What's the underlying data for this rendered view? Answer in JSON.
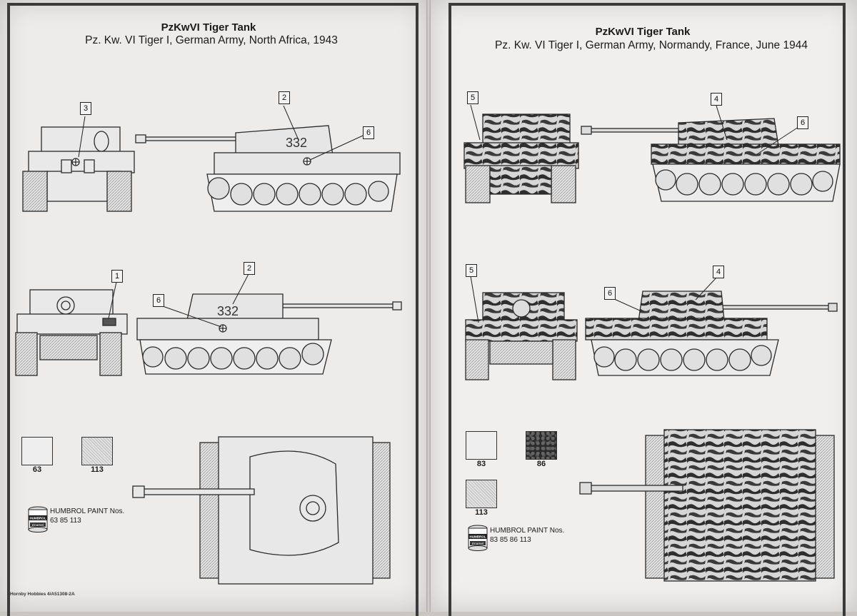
{
  "left": {
    "title": "PzKwVI Tiger Tank",
    "subtitle": "Pz. Kw. VI Tiger I, German Army, North Africa, 1943",
    "callouts": [
      "3",
      "2",
      "6",
      "1",
      "2",
      "6"
    ],
    "turret_number": "332",
    "swatches": [
      "63",
      "113"
    ],
    "paint_heading": "HUMBROL PAINT Nos.",
    "paint_numbers": "63 85 113",
    "tin_brand": "HUMBROL",
    "tin_type": "Enamel"
  },
  "right": {
    "title": "PzKwVI Tiger Tank",
    "subtitle": "Pz. Kw. VI Tiger I, German Army, Normandy, France, June 1944",
    "callouts": [
      "5",
      "4",
      "6",
      "5",
      "4",
      "6"
    ],
    "swatches": [
      "83",
      "86",
      "113"
    ],
    "paint_heading": "HUMBROL PAINT Nos.",
    "paint_numbers": "83 85 86 113",
    "tin_brand": "HUMBROL",
    "tin_type": "Enamel"
  },
  "footer": "Hornby Hobbies 4/A51308-2A",
  "colors": {
    "ink": "#2a2a2a",
    "paper": "#eeecea",
    "camo_dark": "#2b2b2b"
  }
}
